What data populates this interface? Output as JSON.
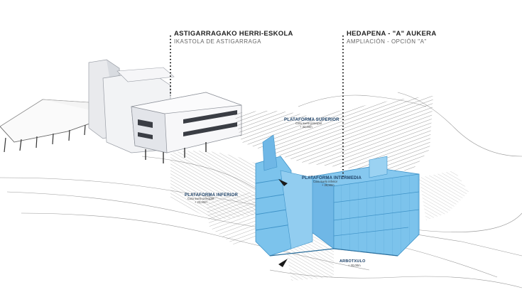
{
  "labels": {
    "school_name": "ASTIGARRAGAKO HERRI-ESKOLA",
    "school_name_es": "IKASTOLA DE ASTIGARRAGA",
    "extension_title": "HEDAPENA - \"A\" AUKERA",
    "extension_title_es": "AMPLIACIÓN - OPCIÓN \"A\"",
    "platform_upper": {
      "title": "PLATAFORMA SUPERIOR",
      "sub": "Cota suelo principal",
      "value": "+ 32,20m"
    },
    "platform_middle": {
      "title": "PLATAFORMA INTERMEDIA",
      "sub": "Cota suelo inferior",
      "value": "+ 28,90m"
    },
    "platform_lower": {
      "title": "PLATAFORMA INFERIOR",
      "sub": "Cota suelo principal",
      "value": "+ 23,20m"
    },
    "access": {
      "title": "ARBOTXULO",
      "value": "+ 20,00m"
    }
  },
  "colors": {
    "existing_building": "#f1f2f4",
    "extension": "#7cc3ec",
    "extension_dark": "#3f93c8",
    "terrain_lines": "#4a4a4a",
    "leader_dots": "#1a1a1a"
  }
}
